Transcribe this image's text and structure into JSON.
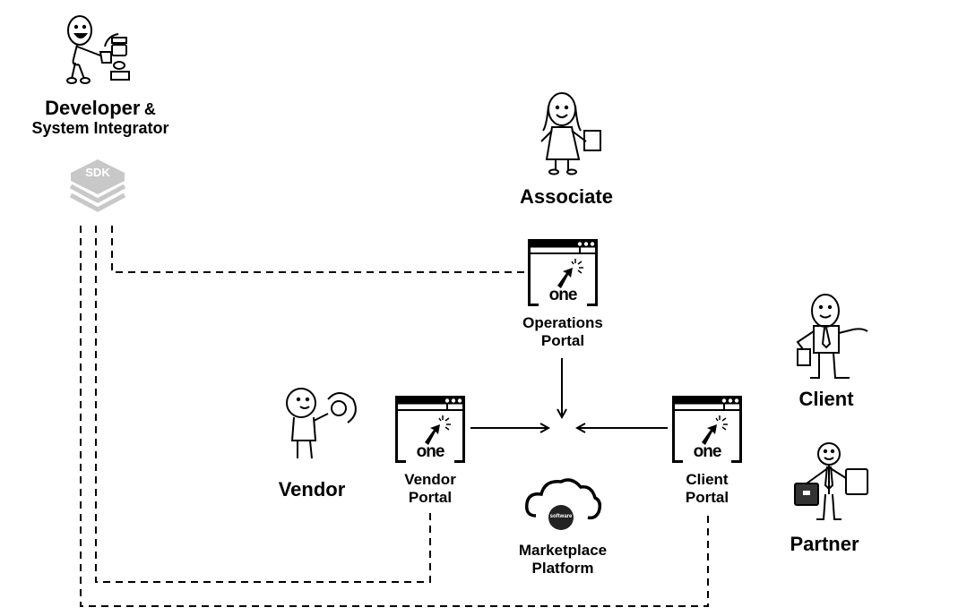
{
  "diagram": {
    "actors": {
      "developer": {
        "title": "Developer",
        "amp": "&",
        "subtitle": "System Integrator"
      },
      "associate": {
        "label": "Associate"
      },
      "vendor": {
        "label": "Vendor"
      },
      "client": {
        "label": "Client"
      },
      "partner": {
        "label": "Partner"
      }
    },
    "sdk": {
      "label": "SDK"
    },
    "portals": {
      "operations": {
        "line1": "Operations",
        "line2": "Portal",
        "brand": "one"
      },
      "vendor": {
        "line1": "Vendor",
        "line2": "Portal",
        "brand": "one"
      },
      "client": {
        "line1": "Client",
        "line2": "Portal",
        "brand": "one"
      }
    },
    "platform": {
      "line1": "Marketplace",
      "line2": "Platform",
      "badge": "software"
    },
    "connections": [
      {
        "from": "sdk",
        "to": "operations-portal",
        "style": "dashed"
      },
      {
        "from": "sdk",
        "to": "vendor-portal",
        "style": "dashed"
      },
      {
        "from": "sdk",
        "to": "client-portal",
        "style": "dashed"
      },
      {
        "from": "operations-portal",
        "to": "marketplace-platform",
        "style": "arrow"
      },
      {
        "from": "vendor-portal",
        "to": "marketplace-platform",
        "style": "arrow"
      },
      {
        "from": "client-portal",
        "to": "marketplace-platform",
        "style": "arrow"
      }
    ]
  }
}
